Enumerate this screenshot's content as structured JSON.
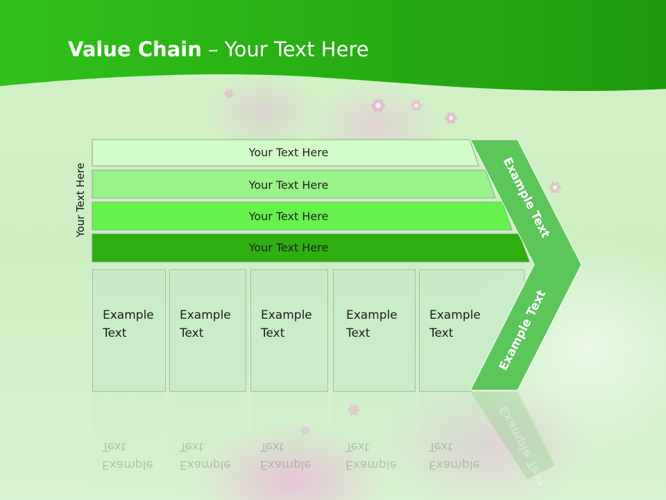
{
  "title": {
    "bold": "Value Chain",
    "rest": " – Your Text Here"
  },
  "vertical_label": "Your Text Here",
  "rows": [
    {
      "label": "Your Text Here",
      "color": "#d2fcc8"
    },
    {
      "label": "Your Text Here",
      "color": "#99f28a"
    },
    {
      "label": "Your Text Here",
      "color": "#66f24c"
    },
    {
      "label": "Your Text Here",
      "color": "#2eaf10"
    }
  ],
  "boxes": [
    {
      "line1": "Example",
      "line2": "Text"
    },
    {
      "line1": "Example",
      "line2": "Text"
    },
    {
      "line1": "Example",
      "line2": "Text"
    },
    {
      "line1": "Example",
      "line2": "Text"
    },
    {
      "line1": "Example",
      "line2": "Text"
    }
  ],
  "chevron": {
    "upper_text": "Example Text",
    "lower_text": "Example Text",
    "color": "#5cc65a"
  },
  "colors": {
    "header_dark": "#1f9a0e",
    "header_light": "#31c21a",
    "background": "#d5f2c9"
  }
}
